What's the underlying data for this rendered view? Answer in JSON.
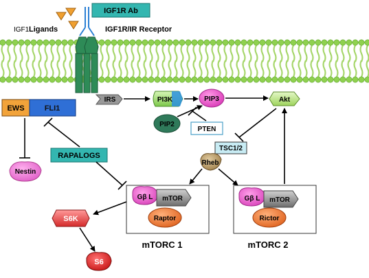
{
  "header": {
    "ligands_prefix": "IGF1",
    "ligands_label": "Ligands",
    "antibody_label": "IGF1R Ab",
    "receptor_label": "IGF1R/IR Receptor"
  },
  "fusion": {
    "left": "EWS",
    "right": "FLI1"
  },
  "nodes": {
    "irs": "IRS",
    "pi3k": "PI3K",
    "pip3": "PIP3",
    "akt": "Akt",
    "pip2": "PIP2",
    "pten": "PTEN",
    "tsc": "TSC1/2",
    "rheb": "Rheb",
    "nestin": "Nestin",
    "rapalogs": "RAPALOGS",
    "s6k": "S6K",
    "s6": "S6"
  },
  "mtorc1": {
    "gbl": "Gβ L",
    "mtor": "mTOR",
    "partner": "Raptor",
    "title": "mTORC 1"
  },
  "mtorc2": {
    "gbl": "Gβ L",
    "mtor": "mTOR",
    "partner": "Rictor",
    "title": "mTORC 2"
  },
  "colors": {
    "membrane_head": "#8fd14f",
    "membrane_tail": "#a6d66a",
    "receptor": "#2e8b57",
    "antibody_box": "#33b6b0",
    "ligand": "#f0a030",
    "ews": "#f2a33a",
    "fli1": "#2f6fd6",
    "pi3k": "#a6e07a",
    "pip3": "#ee55cc",
    "akt": "#b6e07a",
    "pip2": "#2f7a5a",
    "tsc": "#c8ecf4",
    "rheb": "#b89a58",
    "nestin": "#f080d0",
    "s6k": "#ee4a4a",
    "s6": "#e02020",
    "gbl": "#ee55cc",
    "mtor": "#888888",
    "raptor": "#f07a30",
    "rictor": "#f07a30"
  }
}
